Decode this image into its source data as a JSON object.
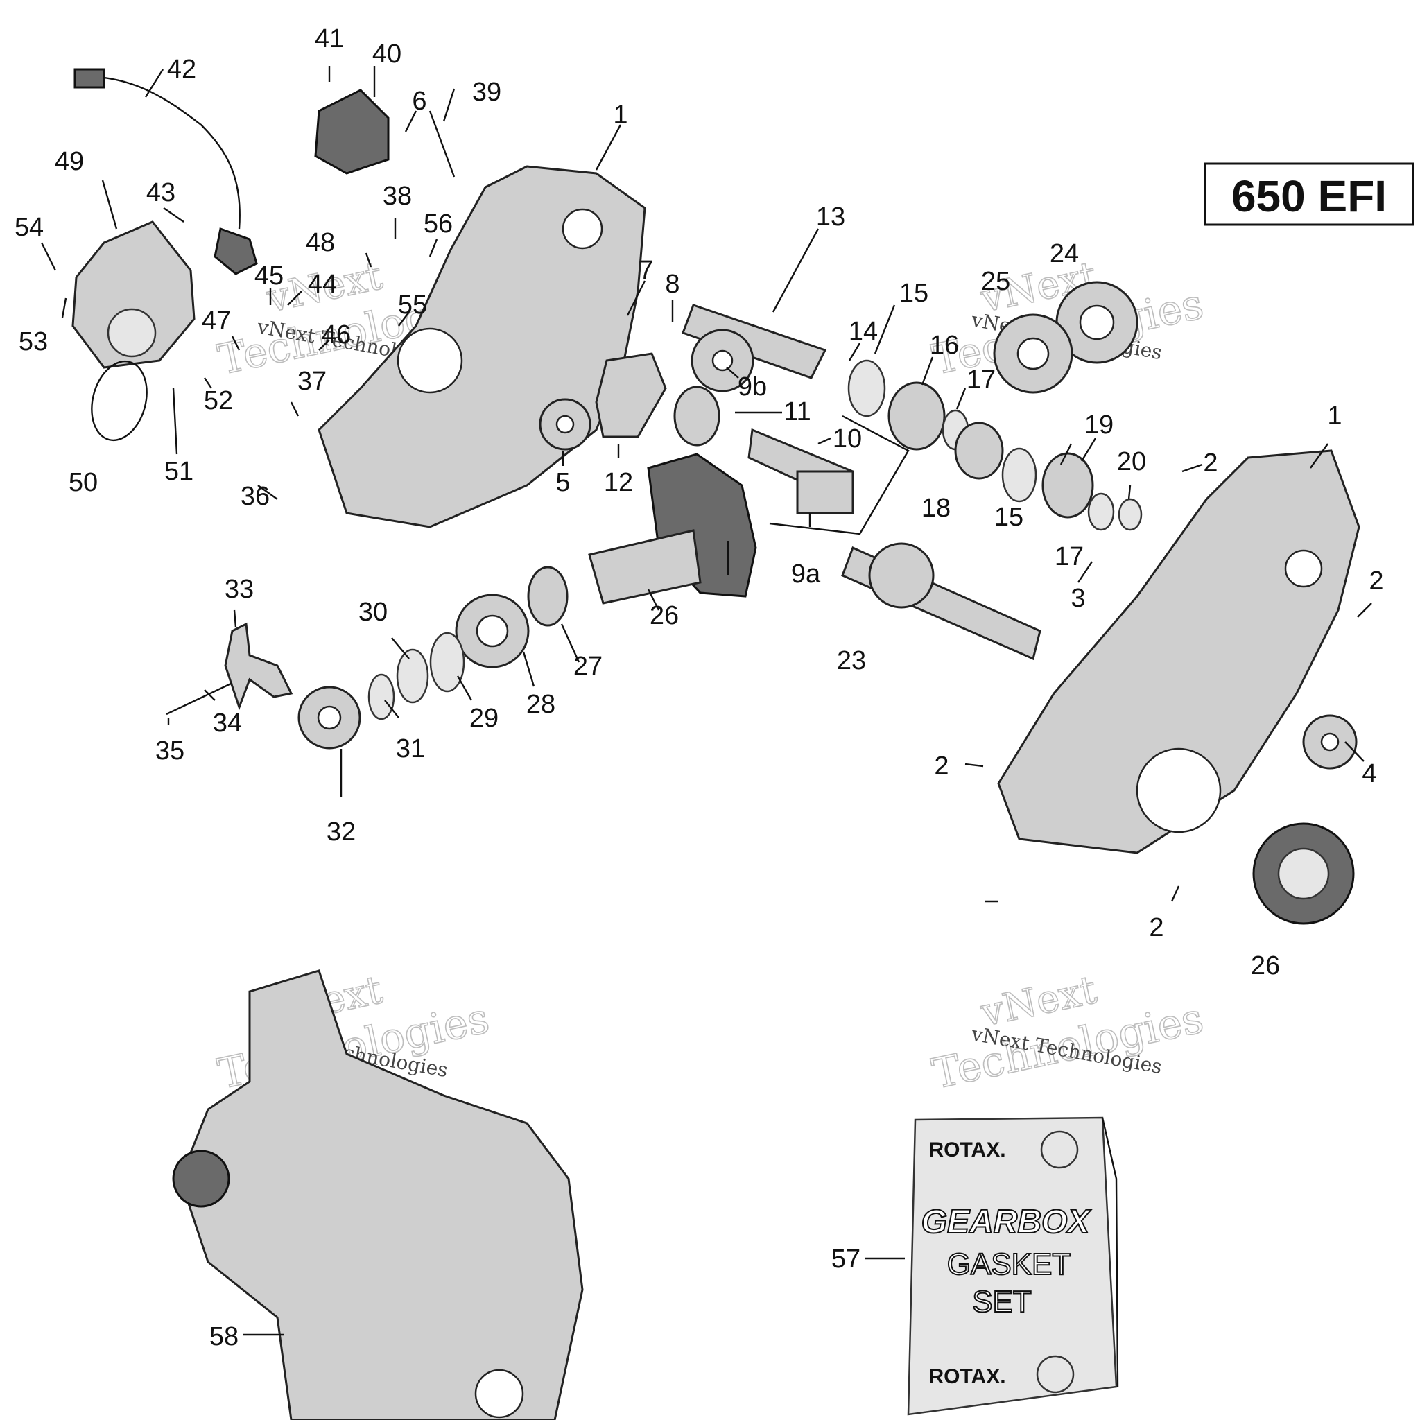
{
  "model_label": "650 EFI",
  "callouts": {
    "c1a": "1",
    "c1b": "1",
    "c2a": "2",
    "c2b": "2",
    "c2c": "2",
    "c2d": "2",
    "c3": "3",
    "c4": "4",
    "c5": "5",
    "c6": "6",
    "c7": "7",
    "c8": "8",
    "c9a": "9a",
    "c9b": "9b",
    "c10": "10",
    "c11": "11",
    "c12": "12",
    "c13": "13",
    "c14": "14",
    "c15a": "15",
    "c15b": "15",
    "c16": "16",
    "c17a": "17",
    "c17b": "17",
    "c18": "18",
    "c19": "19",
    "c20": "20",
    "c23": "23",
    "c24": "24",
    "c25": "25",
    "c26a": "26",
    "c26b": "26",
    "c27": "27",
    "c28": "28",
    "c29": "29",
    "c30": "30",
    "c31": "31",
    "c32": "32",
    "c33": "33",
    "c34": "34",
    "c35": "35",
    "c36": "36",
    "c37": "37",
    "c38": "38",
    "c39": "39",
    "c40": "40",
    "c41": "41",
    "c42": "42",
    "c43": "43",
    "c44": "44",
    "c45": "45",
    "c46": "46",
    "c47": "47",
    "c48": "48",
    "c49": "49",
    "c50": "50",
    "c51": "51",
    "c52": "52",
    "c53": "53",
    "c54": "54",
    "c55": "55",
    "c56": "56",
    "c57": "57",
    "c58": "58"
  },
  "watermark": {
    "line1": "vNext",
    "line2": "Technologies",
    "small": "vNext Technologies"
  },
  "gasket_sheet": {
    "brand_top": "ROTAX.",
    "line1": "GEARBOX",
    "line2": "GASKET",
    "line3": "SET",
    "brand_bottom": "ROTAX."
  }
}
